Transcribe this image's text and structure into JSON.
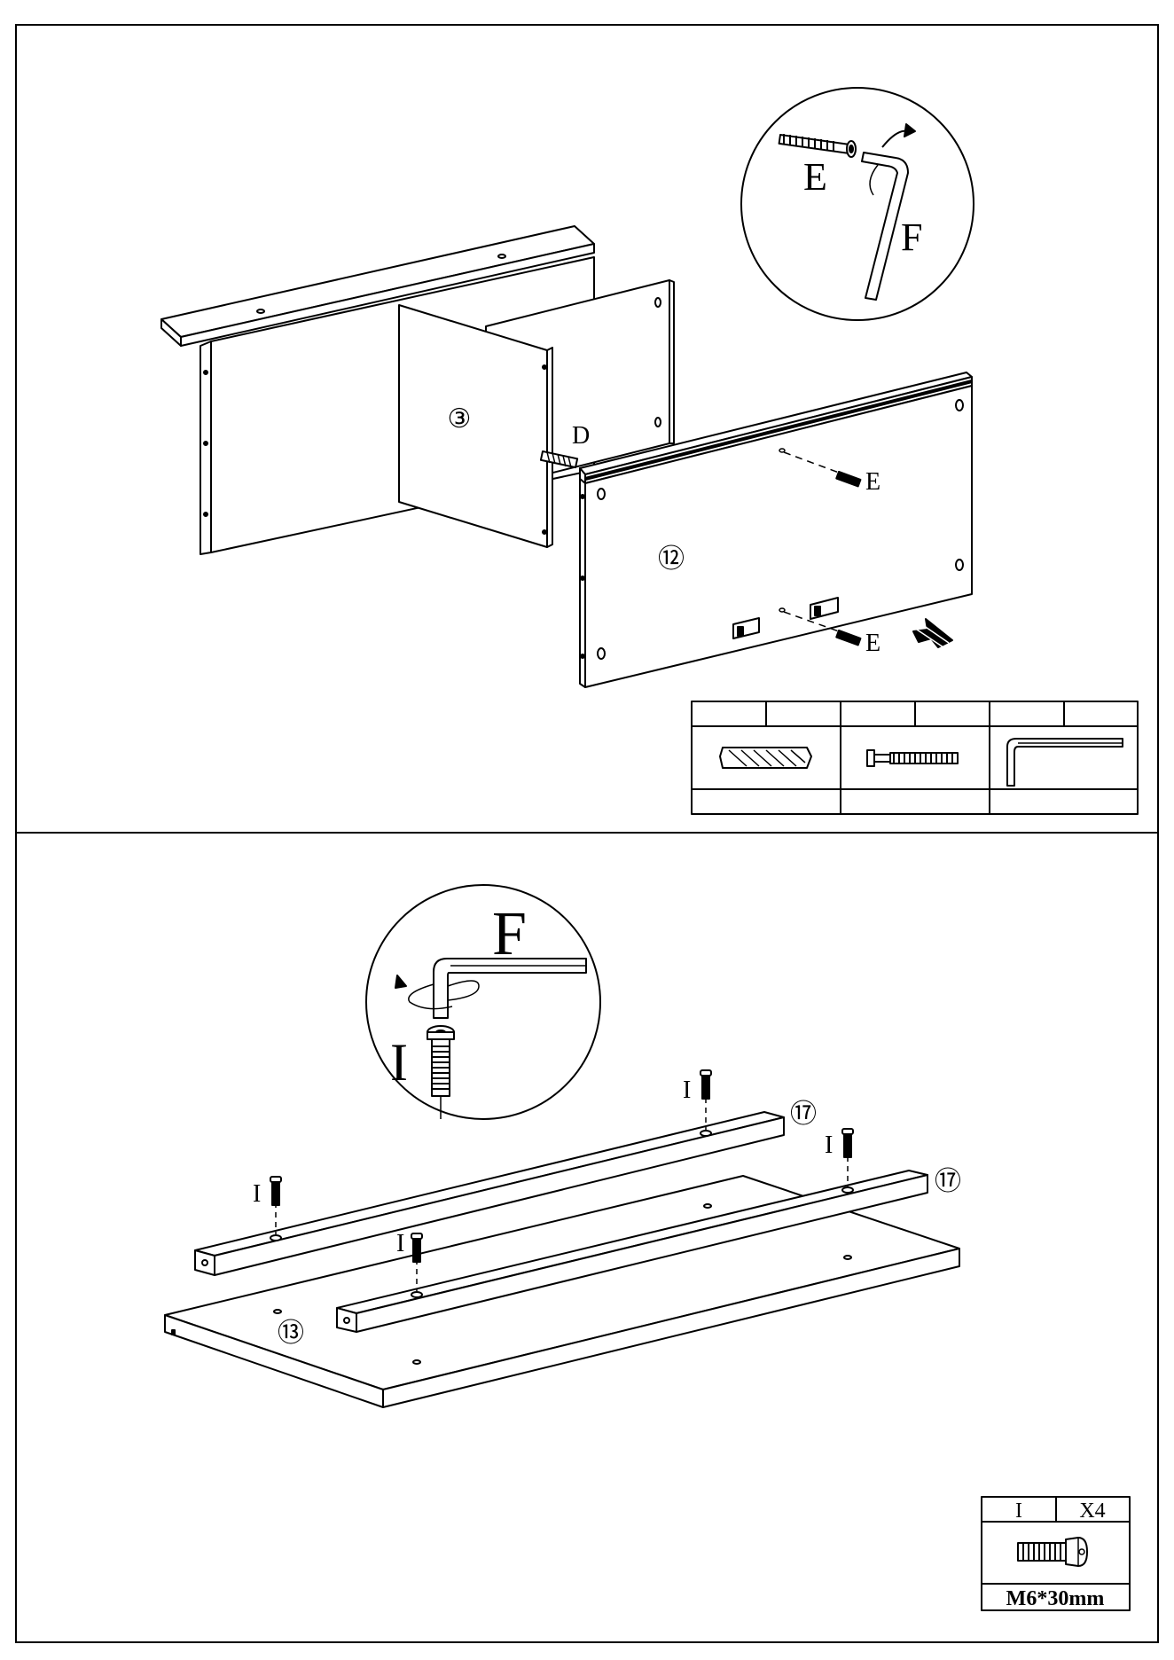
{
  "step1": {
    "part_panel_3": "③",
    "part_panel_12": "⑫",
    "label_d": "D",
    "label_e_upper": "E",
    "label_e_lower": "E",
    "detail": {
      "label_e": "E",
      "label_f": "F"
    },
    "hardware_table": {
      "header_cells": [
        "",
        "",
        "",
        "",
        "",
        ""
      ],
      "icons": [
        "wooden-dowel-icon",
        "cam-bolt-screw-icon",
        "allen-key-icon"
      ],
      "footer_cells": [
        "",
        "",
        ""
      ]
    }
  },
  "step2": {
    "part_panel_13": "⑬",
    "part_rail_17_back": "⑰",
    "part_rail_17_front": "⑰",
    "bolt_labels": [
      "I",
      "I",
      "I",
      "I"
    ],
    "detail": {
      "label_f": "F",
      "label_i": "I"
    },
    "hardware_table": {
      "part": "I",
      "quantity": "X4",
      "spec": "M6*30mm",
      "icon": "hex-socket-bolt-icon"
    }
  }
}
